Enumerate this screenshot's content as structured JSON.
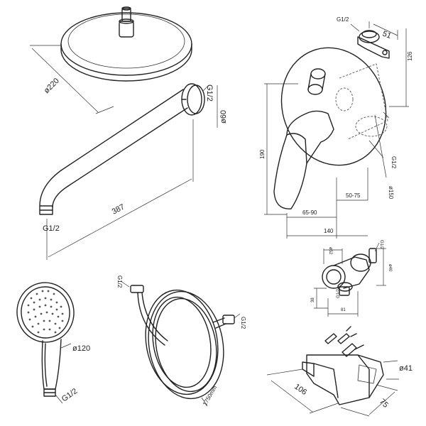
{
  "overhead_shower": {
    "diameter": "ø220",
    "thread": "G1/2"
  },
  "shower_arm": {
    "length": "387",
    "height": "ø60",
    "thread": "G1/2"
  },
  "mixer": {
    "bracket_depth": "51",
    "bracket_thread": "G1/2",
    "bracket_height": "126",
    "height": "190",
    "depth_a": "65-90",
    "depth_b": "50-75",
    "depth_total": "140",
    "diameter": "ø150",
    "outlet_thread": "G1/2"
  },
  "wall_outlet": {
    "left_top": "ø52",
    "right_top": "G1/2",
    "height": "ø40",
    "left_dim": "38",
    "bottom_thread": "G1/2",
    "width": "81"
  },
  "hand_shower": {
    "diameter": "ø120",
    "thread": "G1/2"
  },
  "hose": {
    "top_thread": "G1/2",
    "right_thread": "G1/2",
    "length": "1750mm"
  },
  "holder": {
    "width": "106",
    "depth": "75",
    "diameter": "ø41"
  }
}
